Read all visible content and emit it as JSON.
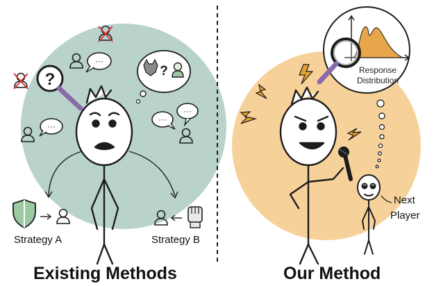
{
  "left_panel": {
    "caption": "Existing Methods",
    "strategy_a": "Strategy A",
    "strategy_b": "Strategy B",
    "thought_glyph": "?",
    "bubble_text": "···",
    "magnifier_glyph": "?",
    "background_color": "#b9d3cc"
  },
  "right_panel": {
    "caption": "Our Method",
    "inset_label_line1": "Response",
    "inset_label_line2": "Distribution",
    "next_player_line1": "Next",
    "next_player_line2": "Player",
    "background_color": "#f6d29a",
    "distribution_color": "#e8a64a"
  },
  "colors": {
    "ink": "#1c1c1c",
    "lightning": "#e8a030",
    "magnifier_handle": "#8a6aa8",
    "strike_red": "#d03a3a",
    "shield_green": "#9cc9a2"
  }
}
